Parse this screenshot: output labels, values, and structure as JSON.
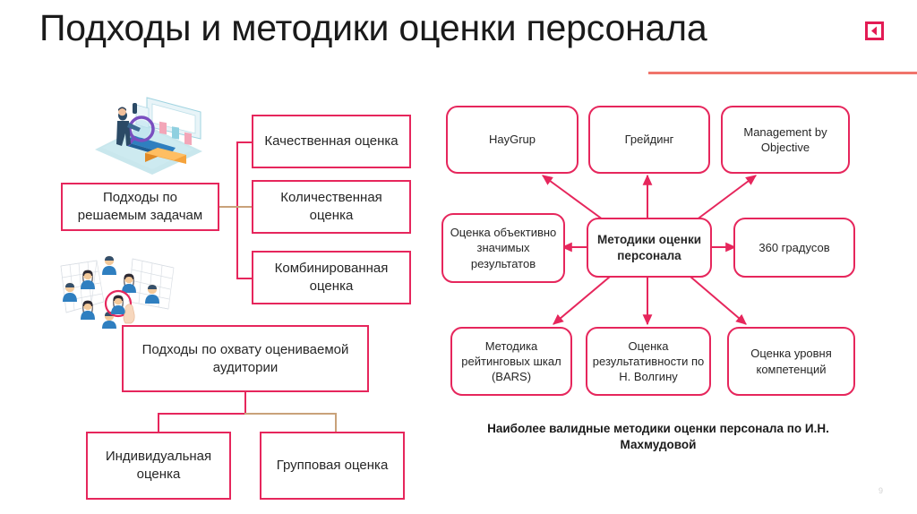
{
  "slide": {
    "title": "Подходы и методики оценки персонала",
    "page_number": "9",
    "accent_color": "#e6265c",
    "rule_color": "#f0746b",
    "marker_color": "#e31b54"
  },
  "left_diagram": {
    "approach_tasks": {
      "root": "Подходы по решаемым задачам",
      "children": [
        "Качественная оценка",
        "Количественная оценка",
        "Комбинированная оценка"
      ]
    },
    "approach_audience": {
      "root": "Подходы по охвату оцениваемой аудитории",
      "children": [
        "Индивидуальная оценка",
        "Групповая оценка"
      ]
    },
    "illustrations": [
      "person-with-magnifier-at-screen-illustration",
      "people-network-selection-illustration"
    ]
  },
  "right_diagram": {
    "center": "Методики оценки персонала",
    "nodes": [
      "HayGrup",
      "Грейдинг",
      "Management by Objective",
      "Оценка объективно значимых результатов",
      "360 градусов",
      "Методика рейтинговых шкал (BARS)",
      "Оценка результативности по Н. Волгину",
      "Оценка уровня компетенций"
    ],
    "caption": "Наиболее валидные методики оценки персонала по И.Н. Махмудовой"
  }
}
